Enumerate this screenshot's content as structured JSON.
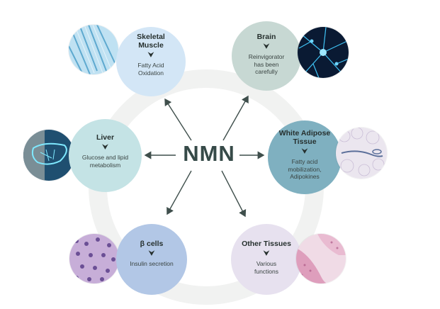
{
  "center": {
    "label": "NMN"
  },
  "nodes": {
    "skeletal_muscle": {
      "title": "Skeletal Muscle",
      "desc": "Fatty Acid Oxidation",
      "color": "#d3e6f6"
    },
    "brain": {
      "title": "Brain",
      "desc": "Reinvigorator has been carefully",
      "color": "#c7d8d3"
    },
    "liver": {
      "title": "Liver",
      "desc": "Glucose and lipid metabolism",
      "color": "#c4e3e5"
    },
    "white_adipose": {
      "title": "White Adipose Tissue",
      "desc": "Fatty acid mobilization, Adipokines",
      "color": "#7fb0c0"
    },
    "beta_cells": {
      "title": "β cells",
      "desc": "Insulin secretion",
      "color": "#b2c7e6"
    },
    "other_tissues": {
      "title": "Other Tissues",
      "desc": "Various functions",
      "color": "#e7e1ef"
    }
  },
  "icons": {
    "down_arrow": "⮟"
  },
  "colors": {
    "center_text": "#364a48",
    "arrow": "#3f4f4c",
    "ring": "#f1f2f1"
  }
}
